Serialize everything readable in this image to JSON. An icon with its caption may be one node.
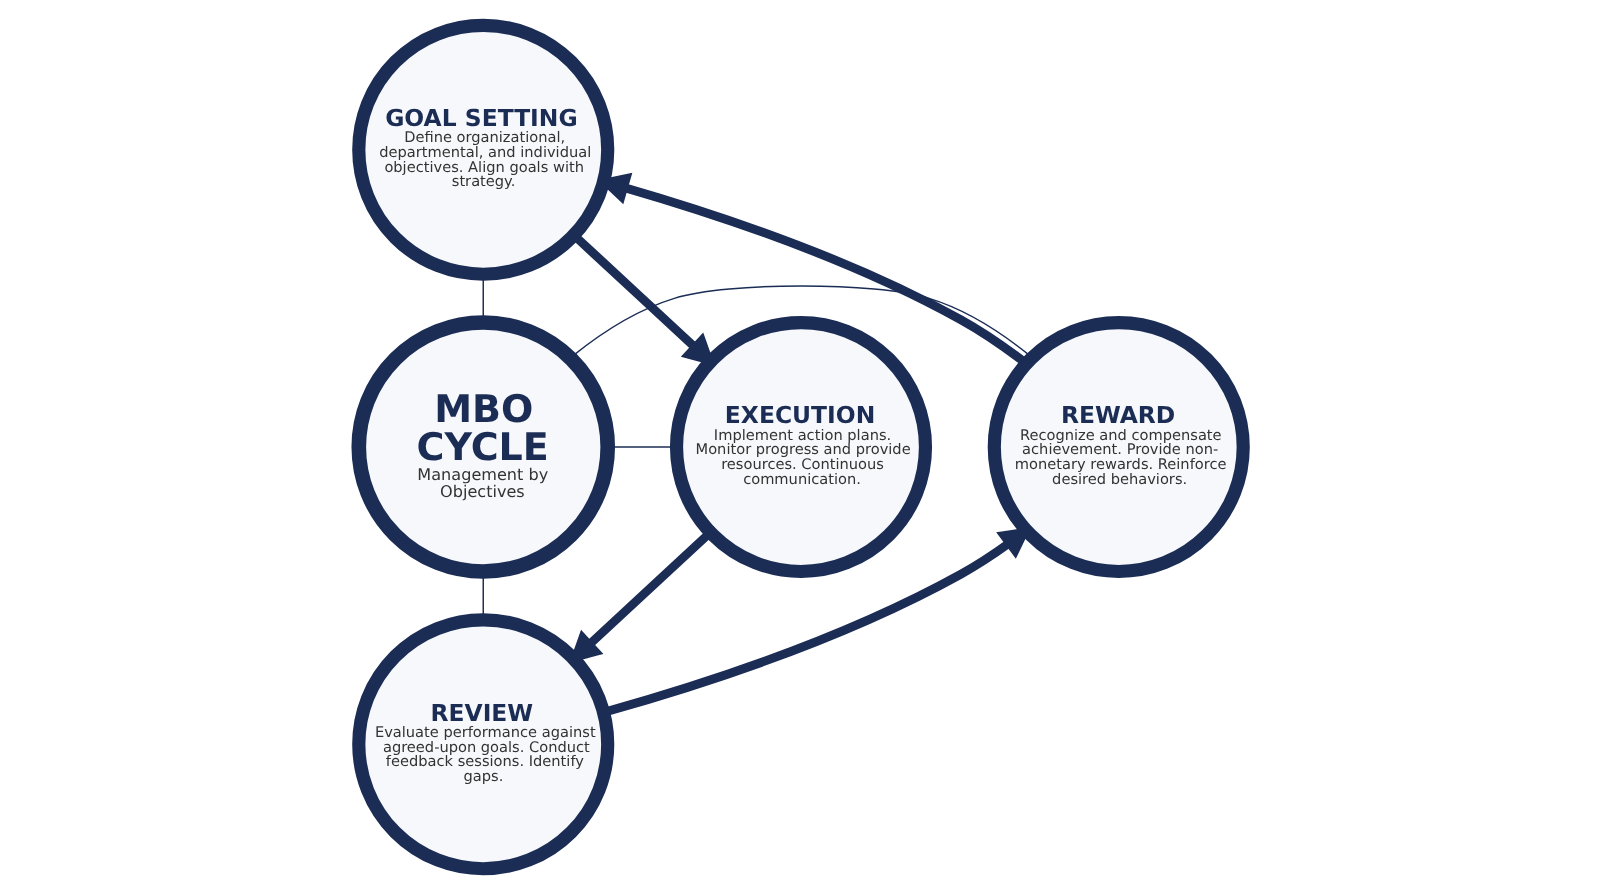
{
  "diagram": {
    "nodes": [
      {
        "text": [
          "MBO CYCLE",
          "Management by Objectives"
        ]
      },
      {
        "text": [
          "GOAL SETTING",
          "Define organizational, departmental, and individual objectives. Align goals with strategy."
        ]
      },
      {
        "text": [
          "EXECUTION",
          "Implement action plans. Monitor progress and provide resources. Continuous communication."
        ]
      },
      {
        "text": [
          "REVIEW",
          "Evaluate performance against agreed-upon goals. Conduct feedback sessions. Identify gaps."
        ]
      },
      {
        "text": [
          "REWARD",
          "Recognize and compensate achievement. Provide non-monetary rewards. Reinforce desired behaviors."
        ]
      }
    ],
    "edges": [
      {
        "from": 1,
        "to": 2,
        "arrow": "to",
        "style": "thick"
      },
      {
        "from": 2,
        "to": 3,
        "arrow": "to",
        "style": "thick"
      },
      {
        "from": 3,
        "to": 4,
        "arrow": "to",
        "style": "thick"
      },
      {
        "from": 4,
        "to": 1,
        "arrow": "to",
        "style": "thick"
      },
      {
        "from": 0,
        "to": 1,
        "arrow": "none"
      },
      {
        "from": 0,
        "to": 2,
        "arrow": "none"
      },
      {
        "from": 0,
        "to": 3,
        "arrow": "none"
      },
      {
        "from": 0,
        "to": 4,
        "arrow": "none"
      }
    ]
  }
}
